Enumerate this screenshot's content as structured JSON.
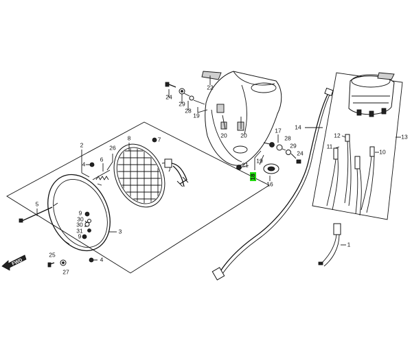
{
  "diagram": {
    "highlight_color": "#22dd11",
    "fwd_label": "FWD",
    "callouts": {
      "p1": "1",
      "p2": "2",
      "p3": "3",
      "p4a": "4",
      "p4b": "4",
      "p5": "5",
      "p6": "6",
      "p7": "7",
      "p8": "8",
      "p9": "9",
      "p10": "10",
      "p11": "11",
      "p12": "12",
      "p13": "13",
      "p14": "14",
      "p16": "16",
      "p17": "17",
      "p18": "18",
      "p19a": "19",
      "p19b": "19",
      "p20a": "20",
      "p20b": "20",
      "p21": "21",
      "p22": "22",
      "p24a": "24",
      "p24b": "24",
      "p25": "25",
      "p26": "26",
      "p27": "27",
      "p28a": "28",
      "p28b": "28",
      "p29a": "29",
      "p29b": "29",
      "p30a": "30",
      "p30b": "30",
      "p31": "31"
    }
  }
}
